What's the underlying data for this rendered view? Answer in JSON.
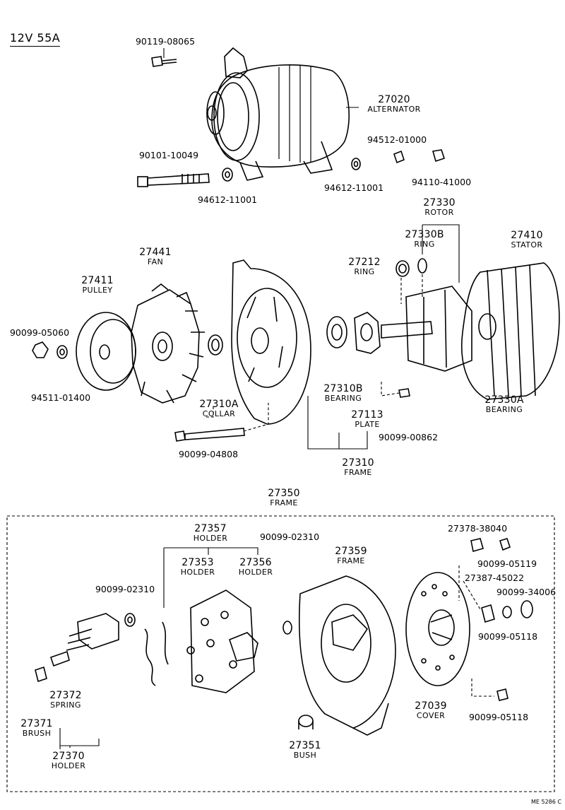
{
  "header": "12V  55A",
  "footer": "ME  5286 C",
  "callouts": [
    {
      "num": "27020",
      "name": "ALTERNATOR"
    },
    {
      "num": "27330",
      "name": "ROTOR"
    },
    {
      "num": "27330B",
      "name": "RING"
    },
    {
      "num": "27212",
      "name": "RING"
    },
    {
      "num": "27410",
      "name": "STATOR"
    },
    {
      "num": "27441",
      "name": "FAN"
    },
    {
      "num": "27411",
      "name": "PULLEY"
    },
    {
      "num": "27310A",
      "name": "COLLAR"
    },
    {
      "num": "27310B",
      "name": "BEARING"
    },
    {
      "num": "27113",
      "name": "PLATE"
    },
    {
      "num": "27310",
      "name": "FRAME"
    },
    {
      "num": "27330A",
      "name": "BEARING"
    },
    {
      "num": "27350",
      "name": "FRAME"
    },
    {
      "num": "27357",
      "name": "HOLDER"
    },
    {
      "num": "27353",
      "name": "HOLDER"
    },
    {
      "num": "27356",
      "name": "HOLDER"
    },
    {
      "num": "27359",
      "name": "FRAME"
    },
    {
      "num": "27372",
      "name": "SPRING"
    },
    {
      "num": "27371",
      "name": "BRUSH"
    },
    {
      "num": "27370",
      "name": "HOLDER"
    },
    {
      "num": "27351",
      "name": "BUSH"
    },
    {
      "num": "27039",
      "name": "COVER"
    }
  ],
  "part_numbers": [
    "90119-08065",
    "90101-10049",
    "94612-11001",
    "94612-11001",
    "94512-01000",
    "94110-41000",
    "90099-05060",
    "94511-01400",
    "90099-04808",
    "90099-00862",
    "90099-02310",
    "90099-02310",
    "27378-38040",
    "90099-05119",
    "27387-45022",
    "90099-34006",
    "90099-05118",
    "90099-05118"
  ]
}
